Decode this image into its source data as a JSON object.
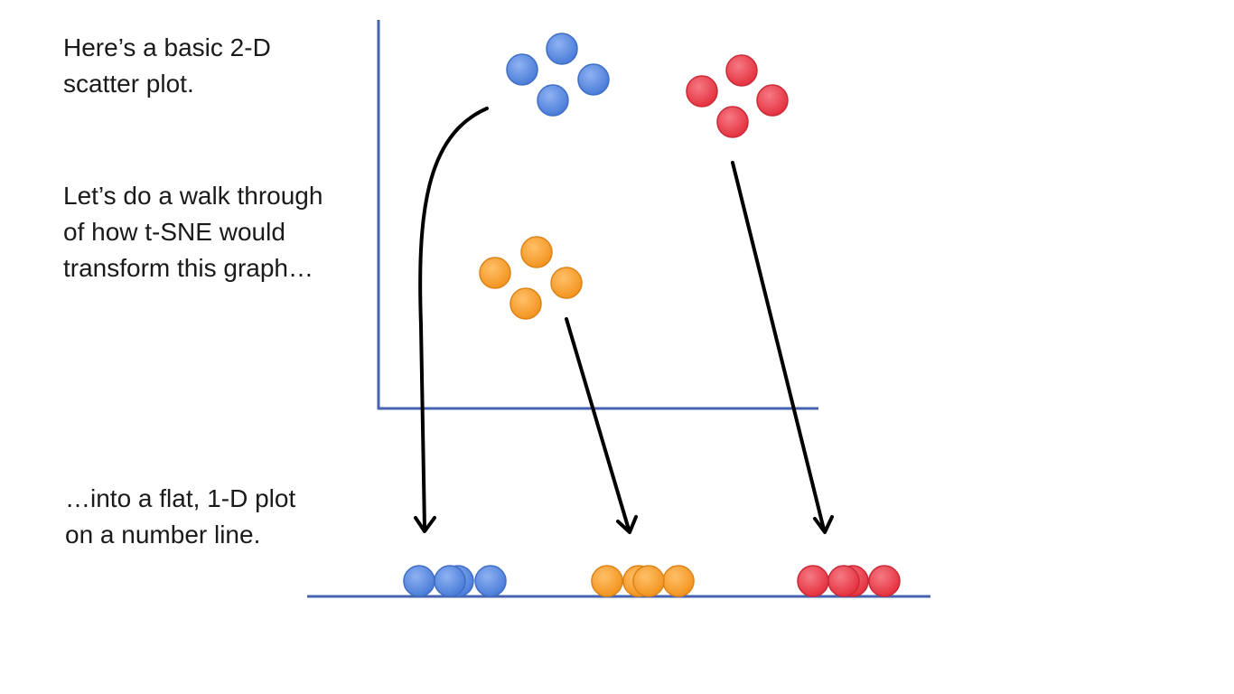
{
  "captions": {
    "line1": "Here’s a basic 2-D",
    "line2": "scatter plot.",
    "line3": "Let’s do a walk through",
    "line4": "of how t-SNE would",
    "line5": "transform this graph…",
    "line6": "…into a flat, 1-D plot",
    "line7": "on a number line."
  },
  "colors": {
    "axis": "#4763b0",
    "arrow": "#000000",
    "blue": "#5b8be0",
    "blue_stroke": "#3f6ec4",
    "orange": "#f7a030",
    "orange_stroke": "#dc8318",
    "red": "#ec4250",
    "red_stroke": "#c92a37"
  }
}
